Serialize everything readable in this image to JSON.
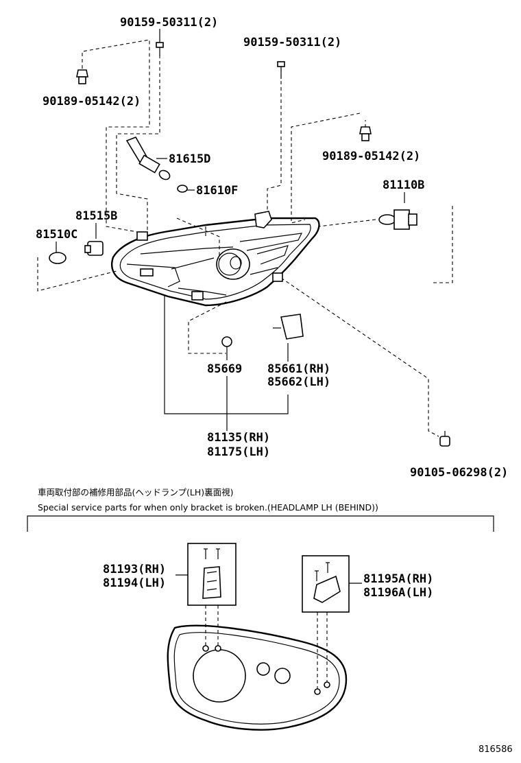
{
  "labels": {
    "p_90159_a": "90159-50311(2)",
    "p_90159_b": "90159-50311(2)",
    "p_90189_a": "90189-05142(2)",
    "p_90189_b": "90189-05142(2)",
    "p_81615d": "81615D",
    "p_81610f": "81610F",
    "p_81110b": "81110B",
    "p_81515b": "81515B",
    "p_81510c": "81510C",
    "p_85669": "85669",
    "p_85661": "85661(RH)",
    "p_85662": "85662(LH)",
    "p_81135": "81135(RH)",
    "p_81175": "81175(LH)",
    "p_90105": "90105-06298(2)",
    "p_81193": "81193(RH)",
    "p_81194": "81194(LH)",
    "p_81195a": "81195A(RH)",
    "p_81196a": "81196A(LH)"
  },
  "notes": {
    "japanese": "車両取付部の補修用部品(ヘッドランプ(LH)裏面視)",
    "english": "Special service parts for when only bracket is broken.(HEADLAMP LH (BEHIND))"
  },
  "figure_ref": "816586"
}
